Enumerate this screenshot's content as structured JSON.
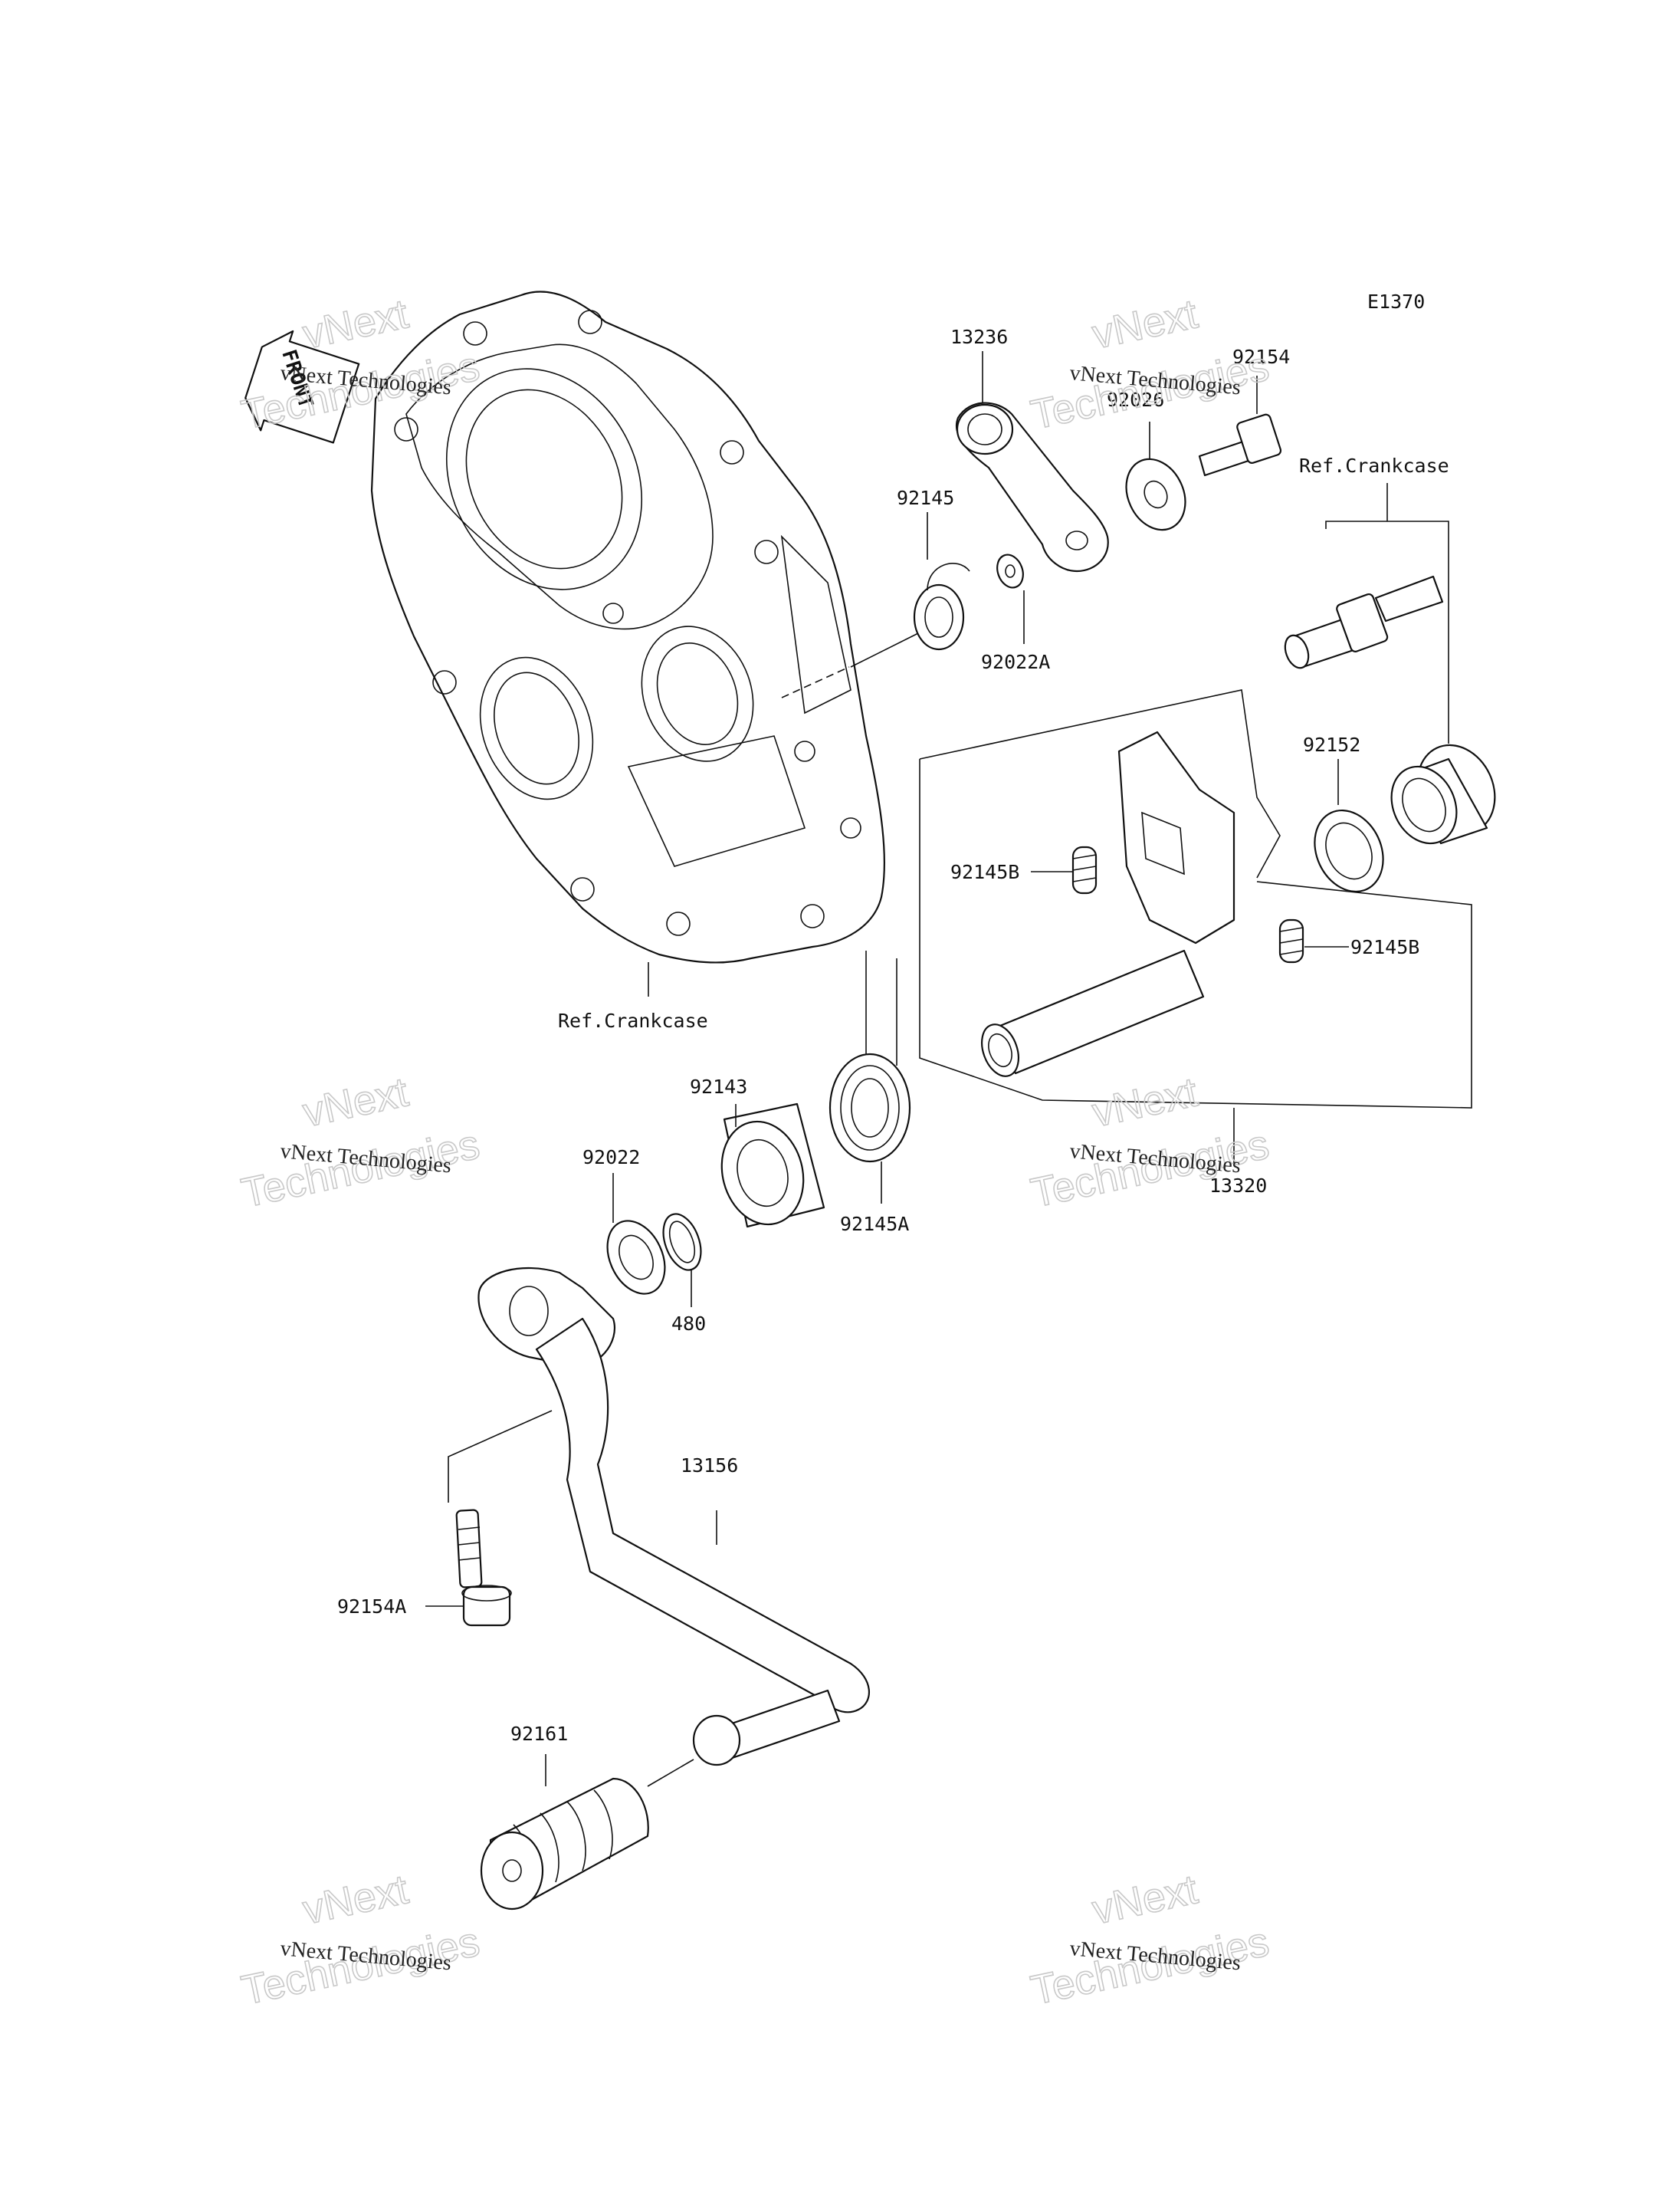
{
  "diagram": {
    "code": "E1370",
    "front_label": "FRONT",
    "labels": {
      "p13236": "13236",
      "p92154": "92154",
      "p92026": "92026",
      "ref_crankcase_top": "Ref.Crankcase",
      "p92145": "92145",
      "p92022A": "92022A",
      "p92152": "92152",
      "p92145B_left": "92145B",
      "p92145B_right": "92145B",
      "ref_crankcase_bottom": "Ref.Crankcase",
      "p92143": "92143",
      "p92022": "92022",
      "p92145A": "92145A",
      "p480": "480",
      "p13320": "13320",
      "p13156": "13156",
      "p92154A": "92154A",
      "p92161": "92161"
    }
  },
  "watermark": {
    "line_small": "vNext Technologies",
    "line_big_1": "vNext",
    "line_big_2": "Technologies"
  }
}
